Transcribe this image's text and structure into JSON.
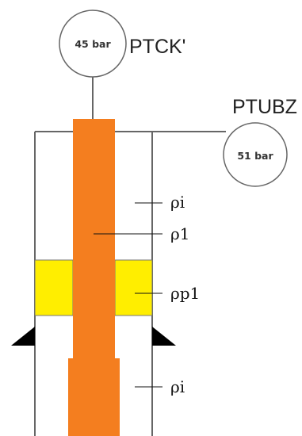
{
  "gauges": {
    "casing": {
      "value": "45 bar",
      "label": "PTCK'"
    },
    "tubing": {
      "value": "51 bar",
      "label": "PTUBZ"
    }
  },
  "fluids": {
    "annulus_upper": "ρi",
    "tubing_fluid": "ρ1",
    "packer": "ρp1",
    "annulus_lower": "ρi"
  },
  "colors": {
    "tubing": "#f47e1f",
    "packer": "#ffee00",
    "shoe": "#000000",
    "line": "#666666"
  }
}
